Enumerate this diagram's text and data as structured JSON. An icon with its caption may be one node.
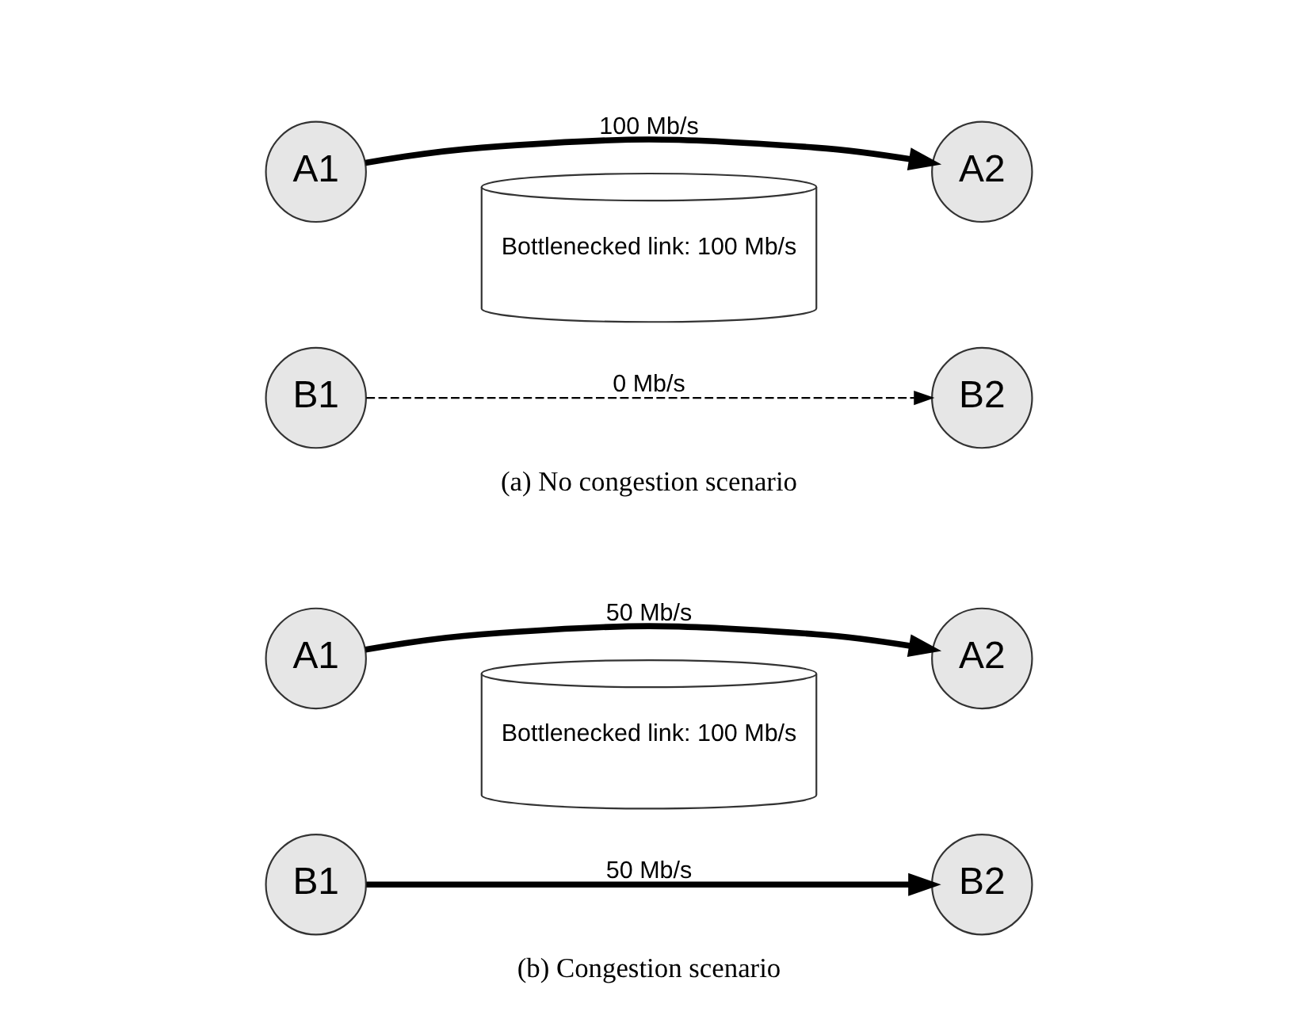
{
  "diagram": {
    "nodes": [
      {
        "text": [
          "A1"
        ]
      },
      {
        "text": [
          "B1"
        ]
      },
      {
        "text": [
          "Bottlenecked link: 100 Mb/s"
        ]
      },
      {
        "text": [
          "A2"
        ]
      },
      {
        "text": [
          "B2"
        ]
      },
      {
        "text": [
          "A1"
        ]
      },
      {
        "text": [
          "B1"
        ]
      },
      {
        "text": [
          "Bottlenecked link: 100 Mb/s"
        ]
      },
      {
        "text": [
          "A2"
        ]
      },
      {
        "text": [
          "B2"
        ]
      }
    ],
    "edges": [
      {
        "from": 0,
        "to": 3,
        "arrow": "to",
        "label": "100 Mb/s"
      },
      {
        "from": 1,
        "to": 4,
        "arrow": "to",
        "label": "0 Mb/s",
        "style": "dashed"
      },
      {
        "from": 5,
        "to": 8,
        "arrow": "to",
        "label": "50 Mb/s"
      },
      {
        "from": 6,
        "to": 9,
        "arrow": "to",
        "label": "50 Mb/s"
      }
    ],
    "labels": [
      "(a) No congestion scenario",
      "(b) Congestion scenario"
    ]
  }
}
